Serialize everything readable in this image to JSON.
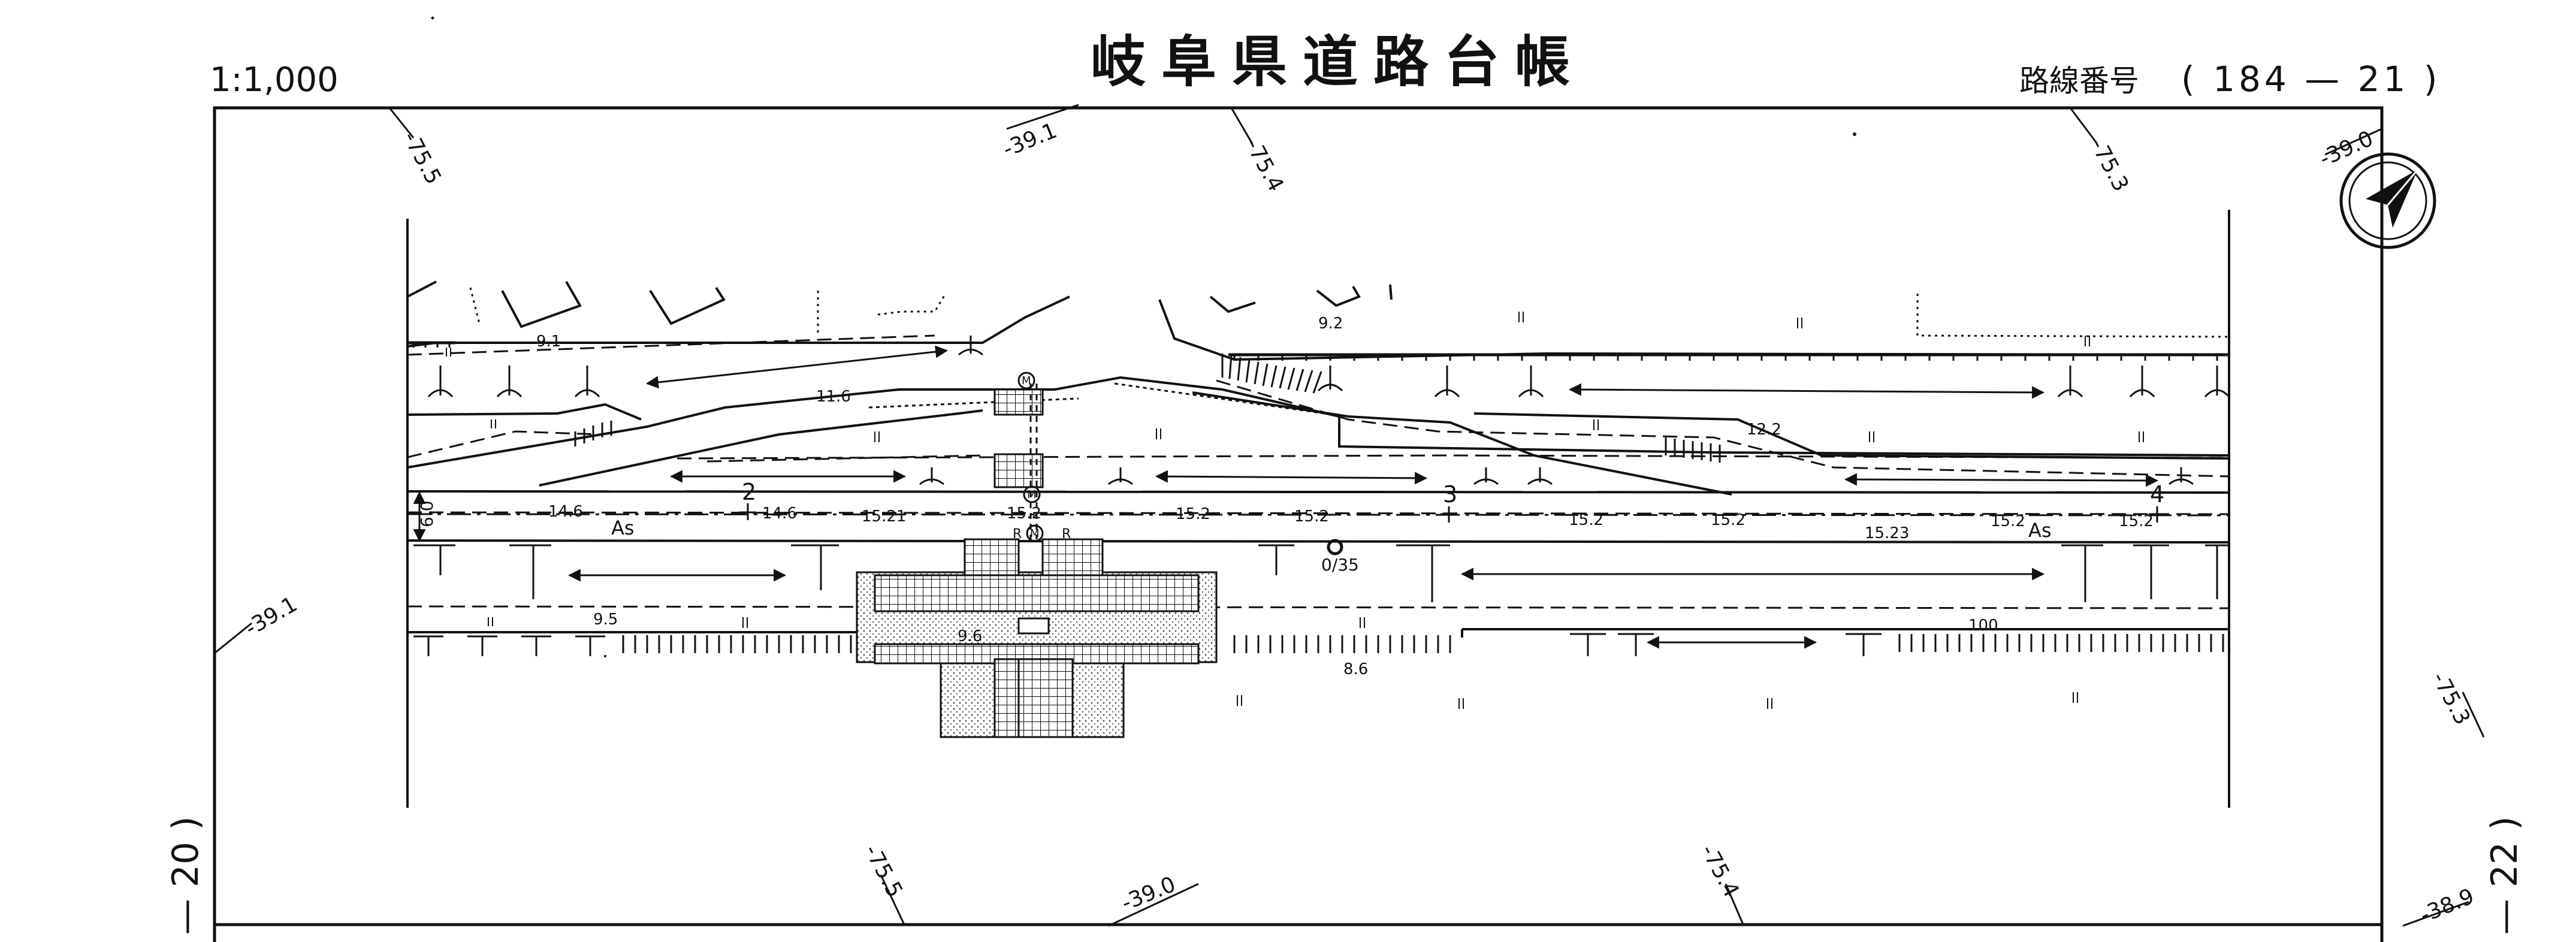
{
  "header": {
    "scale": "1:1,000",
    "title": "岐阜県道路台帳",
    "route_label": "路線番号",
    "route_number": "( 184 — 21 )"
  },
  "side_sheets": {
    "left": "— 20 )",
    "right": "— 22 )"
  },
  "coordinate_labels": [
    "-75.5",
    "-39.1",
    "-75.4",
    "-75.3",
    "-39.0",
    "-39.1",
    "-75.3",
    "-75.5",
    "-39.0",
    "-75.4",
    "-38.9"
  ],
  "stations": [
    "2",
    "3",
    "4"
  ],
  "elevations": [
    "9.1",
    "11.6",
    "9.2",
    "12.2",
    "14.6",
    "14.6",
    "15.21",
    "15.2",
    "15.2",
    "15.2",
    "15.2",
    "15.2",
    "15.23",
    "15.2",
    "15.2",
    "9.5",
    "9.6",
    "8.6",
    "100"
  ],
  "surface_labels": [
    "As",
    "As"
  ],
  "width_label": "6.0",
  "distance_marker": "0/35",
  "facility_marks": [
    "M",
    "M",
    "M",
    "R",
    "R"
  ],
  "north_arrow": "compass-north-arrow"
}
